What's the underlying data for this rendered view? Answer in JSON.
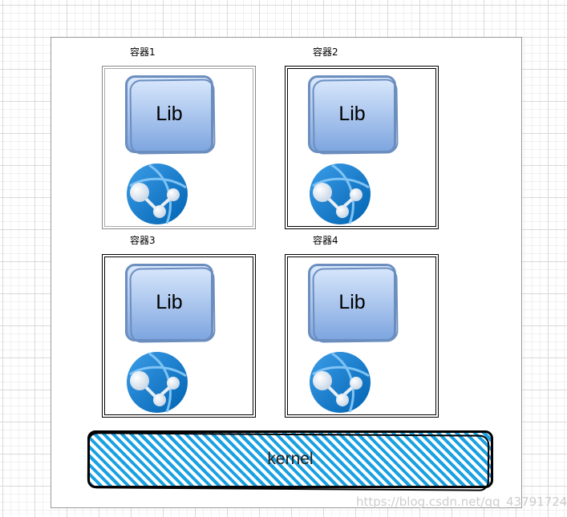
{
  "containers": [
    {
      "title": "容器1",
      "lib_label": "Lib"
    },
    {
      "title": "容器2",
      "lib_label": "Lib"
    },
    {
      "title": "容器3",
      "lib_label": "Lib"
    },
    {
      "title": "容器4",
      "lib_label": "Lib"
    }
  ],
  "kernel": {
    "label": "kernel",
    "fill_color": "#1ba1e2"
  },
  "colors": {
    "lib_stroke": "#6c8ebf",
    "lib_fill_top": "#dae8fc",
    "lib_fill_bottom": "#7ea6e0",
    "globe": "#0078d4"
  },
  "icons": {
    "app": "web-app-globe-icon"
  },
  "watermark": "https://blog.csdn.net/qq_43791724"
}
